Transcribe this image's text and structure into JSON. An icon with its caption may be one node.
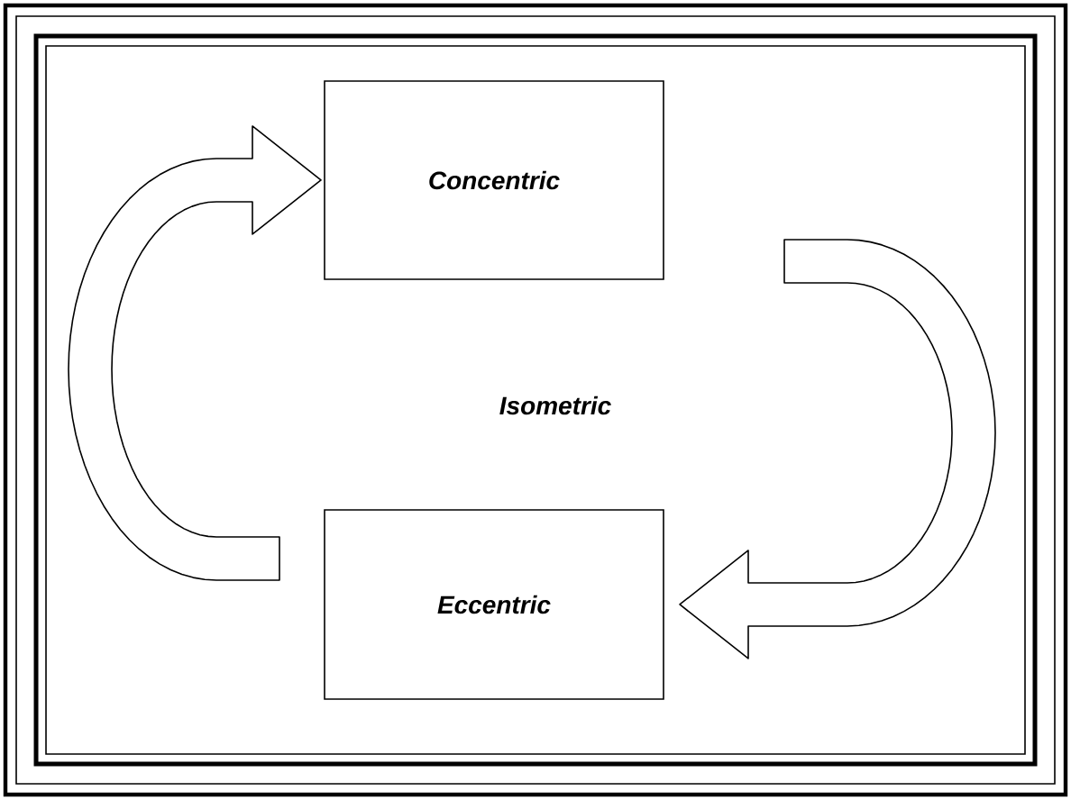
{
  "diagram": {
    "nodes": [
      {
        "text": [
          "Concentric"
        ]
      },
      {
        "text": [
          "Eccentric"
        ]
      }
    ],
    "edges": [
      {
        "from": 1,
        "to": 0,
        "arrow": "to"
      },
      {
        "from": 0,
        "to": 1,
        "arrow": "to"
      }
    ],
    "labels": [
      "Isometric"
    ]
  }
}
